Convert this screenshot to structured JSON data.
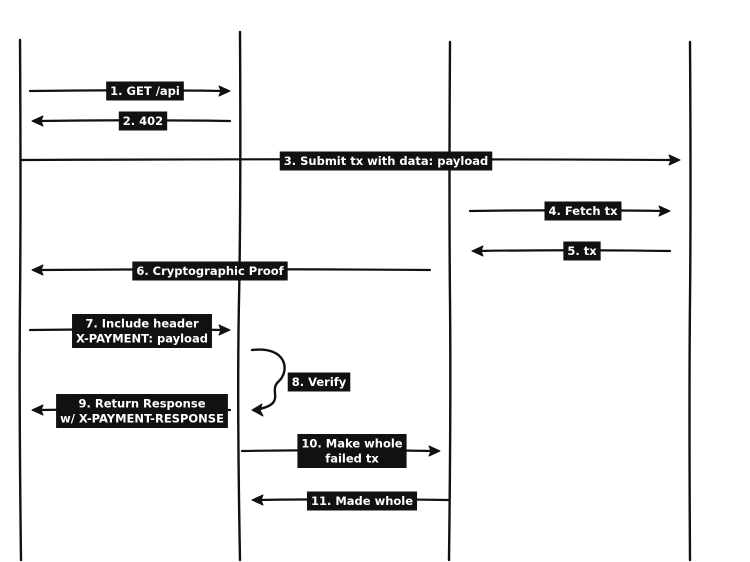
{
  "messages": [
    {
      "id": "m1",
      "lines": [
        "1. GET /api"
      ]
    },
    {
      "id": "m2",
      "lines": [
        "2. 402"
      ]
    },
    {
      "id": "m3",
      "lines": [
        "3. Submit tx with data: payload"
      ]
    },
    {
      "id": "m4",
      "lines": [
        "4. Fetch tx"
      ]
    },
    {
      "id": "m5",
      "lines": [
        "5. tx"
      ]
    },
    {
      "id": "m6",
      "lines": [
        "6. Cryptographic Proof"
      ]
    },
    {
      "id": "m7",
      "lines": [
        "7. Include header",
        "X-PAYMENT: payload"
      ]
    },
    {
      "id": "m8",
      "lines": [
        "8. Verify"
      ]
    },
    {
      "id": "m9",
      "lines": [
        "9. Return Response",
        "w/ X-PAYMENT-RESPONSE"
      ]
    },
    {
      "id": "m10",
      "lines": [
        "10. Make whole",
        "failed tx"
      ]
    },
    {
      "id": "m11",
      "lines": [
        "11. Made whole"
      ]
    }
  ],
  "colors": {
    "ink": "#111111",
    "label_text": "#ffffff",
    "background": "#ffffff"
  }
}
